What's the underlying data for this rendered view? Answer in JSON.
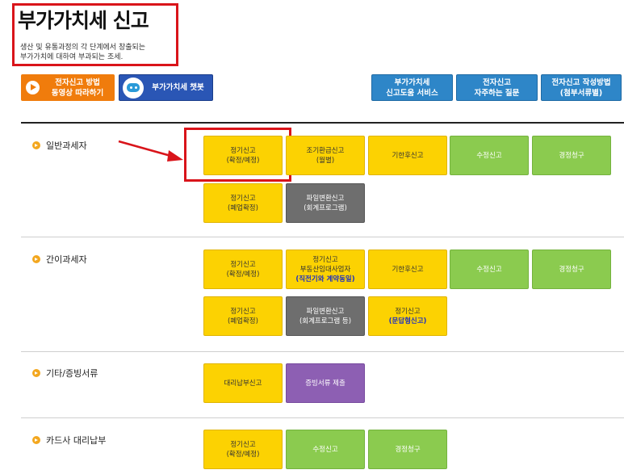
{
  "header": {
    "title": "부가가치세 신고",
    "description_line1": "생산 및 유통과정의 각 단계에서 창출되는",
    "description_line2": "부가가치에 대하여 부과되는 조세."
  },
  "top_buttons": {
    "video_line1": "전자신고 방법",
    "video_line2": "동영상 따라하기",
    "chatbot": "부가가치세 챗봇",
    "guide_line1": "부가가치세",
    "guide_line2": "신고도움 서비스",
    "faq_line1": "전자신고",
    "faq_line2": "자주하는 질문",
    "method_line1": "전자신고 작성방법",
    "method_line2": "(첨부서류별)"
  },
  "sections": {
    "general": {
      "label": "일반과세자",
      "regular_line1": "정기신고",
      "regular_line2": "(확정/예정)",
      "early_refund_line1": "조기환급신고",
      "early_refund_line2": "(월별)",
      "late": "기한후신고",
      "amend": "수정신고",
      "correction": "경정청구",
      "closure_line1": "정기신고",
      "closure_line2": "(폐업확정)",
      "file_convert_line1": "파일변환신고",
      "file_convert_line2": "(회계프로그램)"
    },
    "simple": {
      "label": "간이과세자",
      "regular_line1": "정기신고",
      "regular_line2": "(확정/예정)",
      "realestate_line1": "정기신고",
      "realestate_line2": "부동산임대사업자",
      "realestate_line3": "(직전기와 계약동일)",
      "late": "기한후신고",
      "amend": "수정신고",
      "correction": "경정청구",
      "closure_line1": "정기신고",
      "closure_line2": "(폐업확정)",
      "file_convert_line1": "파일변환신고",
      "file_convert_line2": "(회계프로그램 등)",
      "qa_line1": "정기신고",
      "qa_line2": "(문답형신고)"
    },
    "other": {
      "label": "기타/증빙서류",
      "proxy": "대리납부신고",
      "evidence": "증빙서류 제출"
    },
    "card": {
      "label": "카드사 대리납부",
      "regular_line1": "정기신고",
      "regular_line2": "(확정/예정)",
      "amend": "수정신고",
      "correction": "경정청구"
    }
  },
  "colors": {
    "highlight": "#d9141a",
    "yellow": "#fcd202",
    "green": "#8bcb4f",
    "gray": "#6e6e6e",
    "purple": "#8d5fb3",
    "blue": "#2e86c8",
    "orange": "#f07c0c"
  }
}
